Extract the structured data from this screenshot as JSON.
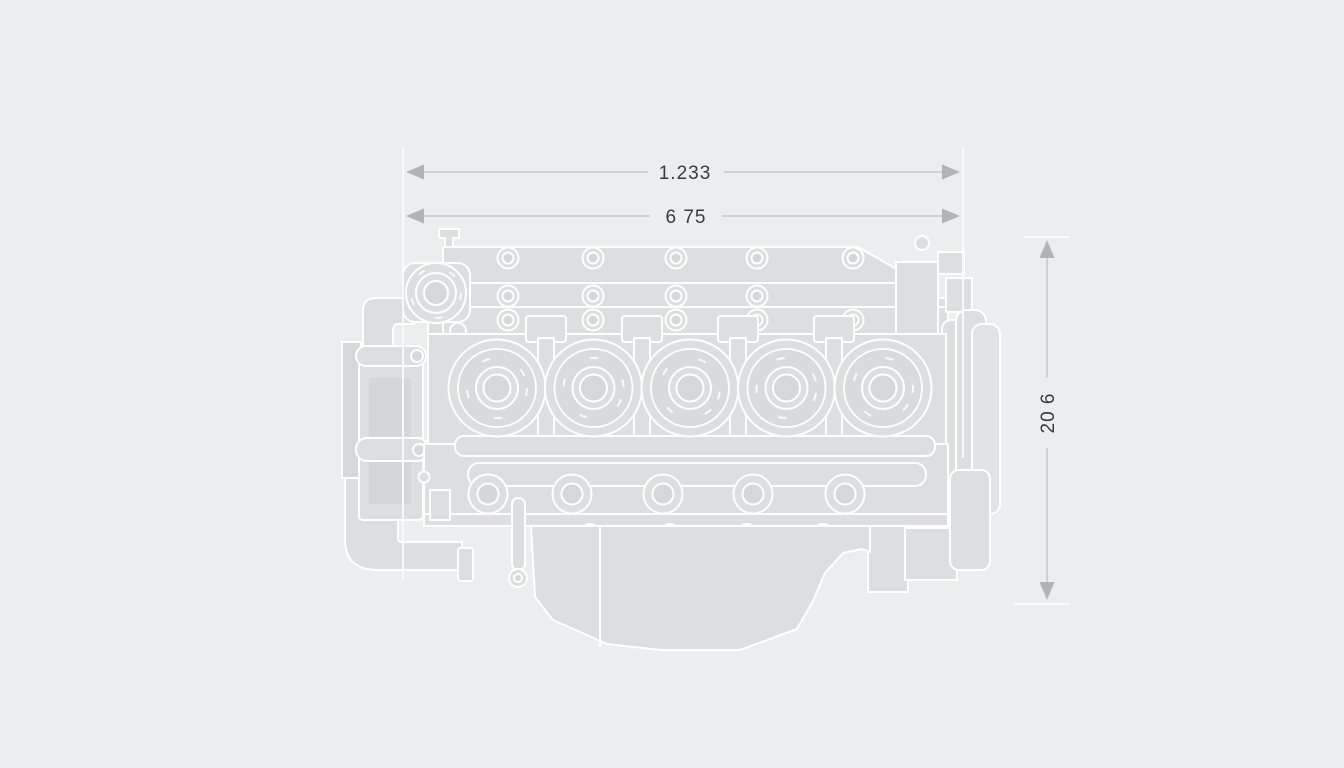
{
  "page": {
    "background_color": "#ecedee"
  },
  "illustration": {
    "subject": "engine-side-elevation-technical-drawing",
    "visible_cylinder_bosses": 5,
    "body_fill_color": "#dcdee1",
    "outline_color": "#ffffff"
  },
  "dimensions": {
    "line_color": "#c6c8cb",
    "arrow_color": "#b1b3b7",
    "text_color": "#3a3a3c",
    "top_width_label": "1.233",
    "inner_width_label": "6 75",
    "right_height_label": "20 6"
  }
}
